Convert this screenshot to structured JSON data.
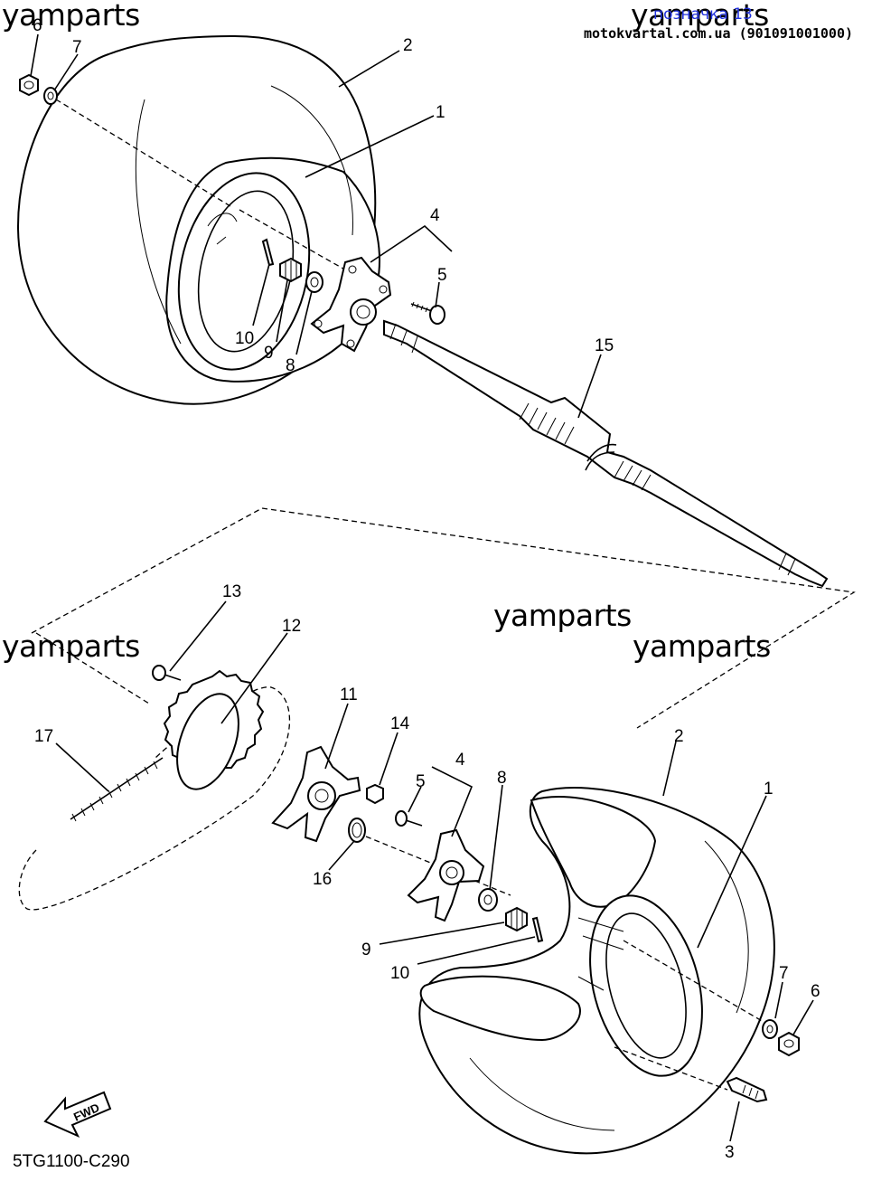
{
  "header": {
    "link_text": "позначка 13",
    "site_text": "motokvartal.com.ua (901091001000)"
  },
  "watermarks": [
    "yamparts",
    "yamparts",
    "yamparts",
    "yamparts",
    "yamparts"
  ],
  "drawing_code": "5TG1100-C290",
  "fwd_label": "FWD",
  "callouts_top": [
    "6",
    "7",
    "2",
    "1",
    "4",
    "5",
    "10",
    "9",
    "8",
    "15"
  ],
  "callouts_bottom": [
    "13",
    "12",
    "17",
    "11",
    "14",
    "4",
    "5",
    "8",
    "2",
    "1",
    "16",
    "9",
    "10",
    "7",
    "6",
    "3"
  ]
}
